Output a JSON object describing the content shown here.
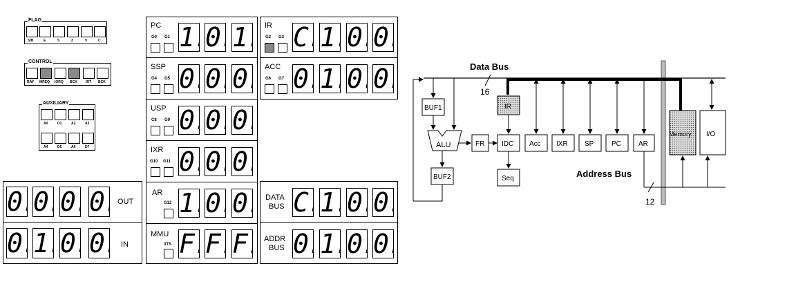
{
  "flag": {
    "title": "FLAG",
    "labels": [
      "S/B",
      "E",
      "S",
      "Z",
      "V",
      "C"
    ]
  },
  "control": {
    "title": "CONTROL",
    "labels": [
      "R/W",
      "MREQ",
      "IORQ",
      "BCK",
      "IRT",
      "BCK"
    ]
  },
  "auxiliary": {
    "title": "AUXILIARY",
    "labels_top": [
      "A0",
      "D1",
      "A2",
      "A3"
    ],
    "labels_bottom": [
      "A4",
      "D5",
      "A6",
      "D7"
    ]
  },
  "registers": {
    "pc": {
      "name": "PC",
      "g1": "G0",
      "g2": "G1",
      "digits": [
        "1.",
        "0.",
        "1."
      ]
    },
    "ssp": {
      "name": "SSP",
      "g1": "G4",
      "g2": "G5",
      "digits": [
        "0.",
        "0.",
        "0."
      ]
    },
    "usp": {
      "name": "USP",
      "g1": "C8",
      "g2": "G9",
      "digits": [
        "0.",
        "0.",
        "0."
      ]
    },
    "ixr": {
      "name": "IXR",
      "g1": "G10",
      "g2": "G11",
      "digits": [
        "0.",
        "0.",
        "0."
      ]
    },
    "ar": {
      "name": "AR",
      "g1": "G12",
      "digits": [
        "1.",
        "0.",
        "0."
      ]
    },
    "mmu": {
      "name": "MMU",
      "g1": "3TS",
      "digits": [
        "F.",
        "F.",
        "F."
      ]
    },
    "ir": {
      "name": "IR",
      "g1": "G2",
      "g2": "G3",
      "digits": [
        "C.",
        "1.",
        "0.",
        "0."
      ]
    },
    "acc": {
      "name": "ACC",
      "g1": "G6",
      "g2": "G7",
      "digits": [
        "0.",
        "1.",
        "0.",
        "0."
      ]
    },
    "data_bus": {
      "name1": "DATA",
      "name2": "BUS",
      "digits": [
        "C.",
        "1.",
        "0.",
        "0."
      ]
    },
    "addr_bus": {
      "name1": "ADDR",
      "name2": "BUS",
      "digits": [
        "0.",
        "1.",
        "0.",
        "0."
      ]
    }
  },
  "io": {
    "out": {
      "label": "OUT",
      "digits": [
        "0.",
        "0.",
        "0.",
        "0."
      ]
    },
    "in": {
      "label": "IN",
      "digits": [
        "0.",
        "1.",
        "0.",
        "0."
      ]
    }
  },
  "diagram": {
    "data_bus_label": "Data Bus",
    "data_bus_width": "16",
    "address_bus_label": "Address Bus",
    "address_bus_width": "12",
    "blocks": {
      "buf1": "BUF1",
      "alu": "ALU",
      "buf2": "BUF2",
      "fr": "FR",
      "ir": "IR",
      "idc": "IDC",
      "seq": "Seq",
      "acc": "Acc",
      "ixr": "IXR",
      "sp": "SP",
      "pc": "PC",
      "ar": "AR",
      "memory": "Memory",
      "io": "I/O"
    }
  }
}
